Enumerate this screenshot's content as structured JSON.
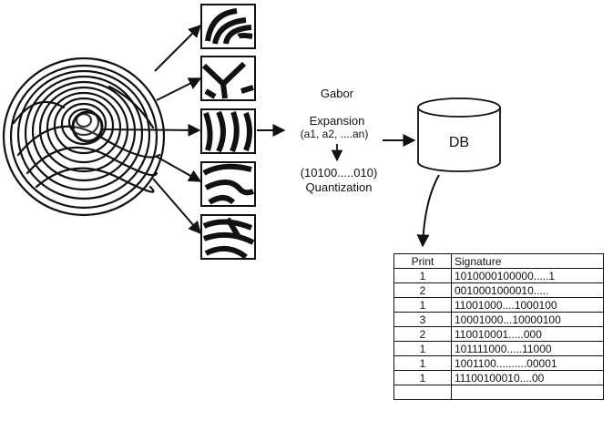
{
  "diagram": {
    "labels": {
      "gabor": "Gabor",
      "expansion": "Expansion",
      "expansion_terms": "(a1, a2, ....an)",
      "binary_code": "(10100.....010)",
      "quantization": "Quantization",
      "db": "DB"
    },
    "table": {
      "headers": {
        "print": "Print",
        "signature": "Signature"
      },
      "rows": [
        {
          "print": "1",
          "signature": "1010000100000.....1"
        },
        {
          "print": "2",
          "signature": "0010001000010....."
        },
        {
          "print": "1",
          "signature": "11001000....1000100"
        },
        {
          "print": "3",
          "signature": "10001000...10000100"
        },
        {
          "print": "2",
          "signature": "110010001.....000"
        },
        {
          "print": "1",
          "signature": "101111000.....11000"
        },
        {
          "print": "1",
          "signature": "1001100..........00001"
        },
        {
          "print": "1",
          "signature": "11100100010....00"
        },
        {
          "print": "",
          "signature": ""
        }
      ]
    },
    "icons": {
      "fingerprint": "fingerprint-image",
      "patches": [
        "gabor-patch-1",
        "gabor-patch-2",
        "gabor-patch-3",
        "gabor-patch-4",
        "gabor-patch-5"
      ],
      "database": "database-cylinder-icon"
    }
  }
}
